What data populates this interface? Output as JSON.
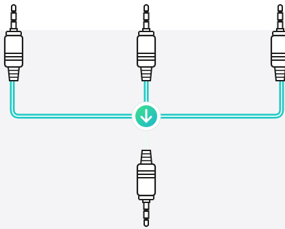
{
  "illustration": {
    "subject": "audio-splitter-cable",
    "plugs": [
      "top-left-plug",
      "top-center-plug",
      "top-right-plug",
      "bottom-plug"
    ],
    "hub_icon": "arrow-down-icon",
    "colors": {
      "background_band": "#f4f4f6",
      "cable_outer": "#20c7c4",
      "cable_inner": "#d6fbf4",
      "cable_green": "#38e08a",
      "plug_stroke": "#1d1d1d",
      "plug_fill": "#ffffff",
      "hub_gradient_start": "#3ee08a",
      "hub_gradient_end": "#1fb8d0"
    }
  }
}
